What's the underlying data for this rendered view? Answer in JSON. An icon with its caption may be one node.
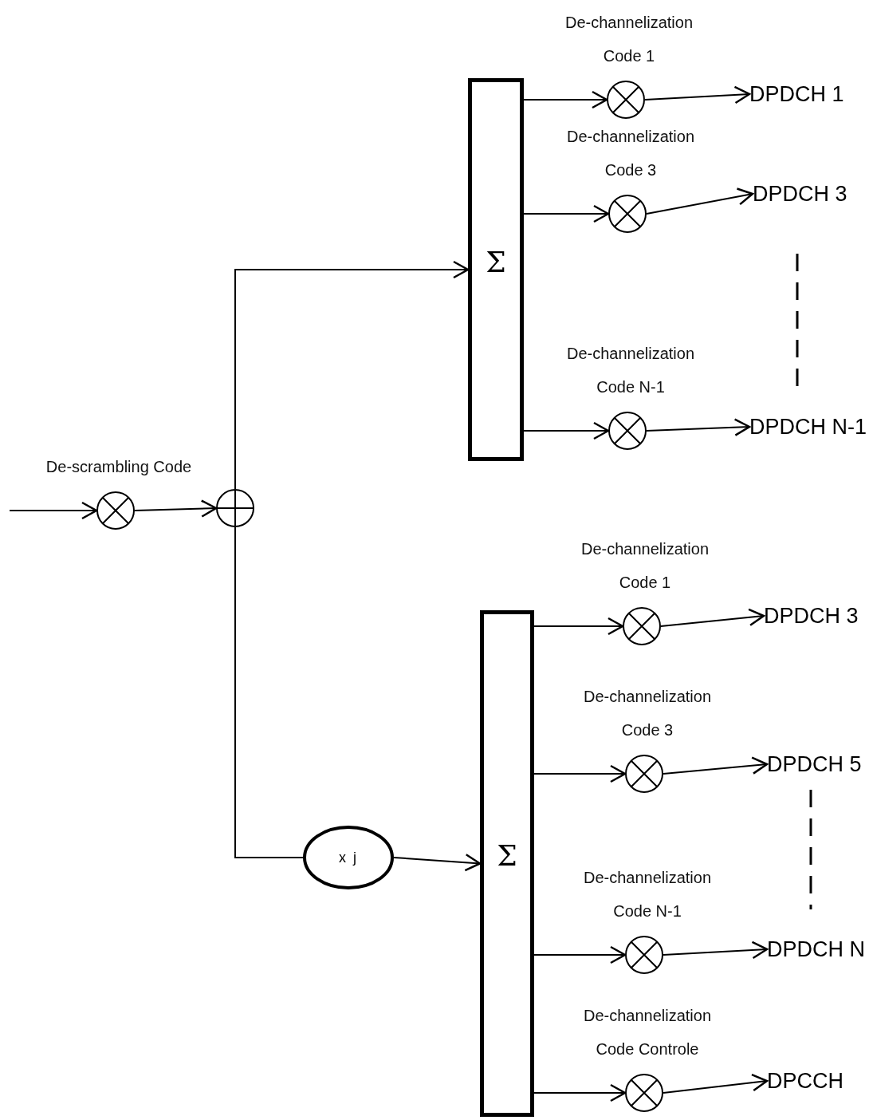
{
  "diagram": {
    "nodes": [
      {
        "text": [],
        "shape": "circle",
        "beside": [
          "De-scrambling Code"
        ]
      },
      {
        "text": [],
        "shape": "circle"
      },
      {
        "text": [
          "Σ"
        ]
      },
      {
        "text": [
          "x j"
        ]
      },
      {
        "text": [
          "Σ"
        ]
      },
      {
        "text": [],
        "shape": "circle",
        "beside": [
          "De-channelization Code 1"
        ]
      },
      {
        "text": [],
        "shape": "circle",
        "beside": [
          "De-channelization Code 3"
        ]
      },
      {
        "text": [],
        "shape": "circle",
        "beside": [
          "De-channelization Code N-1"
        ]
      },
      {
        "text": [
          "DPDCH 1"
        ]
      },
      {
        "text": [
          "DPDCH 3"
        ]
      },
      {
        "text": [
          "DPDCH N-1"
        ]
      },
      {
        "text": [],
        "shape": "circle",
        "beside": [
          "De-channelization Code 1"
        ]
      },
      {
        "text": [],
        "shape": "circle",
        "beside": [
          "De-channelization Code 3"
        ]
      },
      {
        "text": [],
        "shape": "circle",
        "beside": [
          "De-channelization Code N-1"
        ]
      },
      {
        "text": [],
        "shape": "circle",
        "beside": [
          "De-channelization Code Controle"
        ]
      },
      {
        "text": [
          "DPDCH 3"
        ]
      },
      {
        "text": [
          "DPDCH 5"
        ]
      },
      {
        "text": [
          "DPDCH N"
        ]
      },
      {
        "text": [
          "DPCCH"
        ]
      }
    ],
    "edges": [
      {
        "from": null,
        "to": 0,
        "arrow": "to"
      },
      {
        "from": 0,
        "to": 1,
        "arrow": "to"
      },
      {
        "from": 1,
        "to": 2,
        "arrow": "to"
      },
      {
        "from": 1,
        "to": 3,
        "arrow": "none"
      },
      {
        "from": 3,
        "to": 4,
        "arrow": "to"
      },
      {
        "from": 2,
        "to": 5,
        "arrow": "to"
      },
      {
        "from": 2,
        "to": 6,
        "arrow": "to"
      },
      {
        "from": 2,
        "to": 7,
        "arrow": "to"
      },
      {
        "from": 5,
        "to": 8,
        "arrow": "to"
      },
      {
        "from": 6,
        "to": 9,
        "arrow": "to"
      },
      {
        "from": 7,
        "to": 10,
        "arrow": "to"
      },
      {
        "from": 4,
        "to": 11,
        "arrow": "to"
      },
      {
        "from": 4,
        "to": 12,
        "arrow": "to"
      },
      {
        "from": 4,
        "to": 13,
        "arrow": "to"
      },
      {
        "from": 4,
        "to": 14,
        "arrow": "to"
      },
      {
        "from": 11,
        "to": 15,
        "arrow": "to"
      },
      {
        "from": 12,
        "to": 16,
        "arrow": "to"
      },
      {
        "from": 13,
        "to": 17,
        "arrow": "to"
      },
      {
        "from": 14,
        "to": 18,
        "arrow": "to"
      }
    ]
  }
}
